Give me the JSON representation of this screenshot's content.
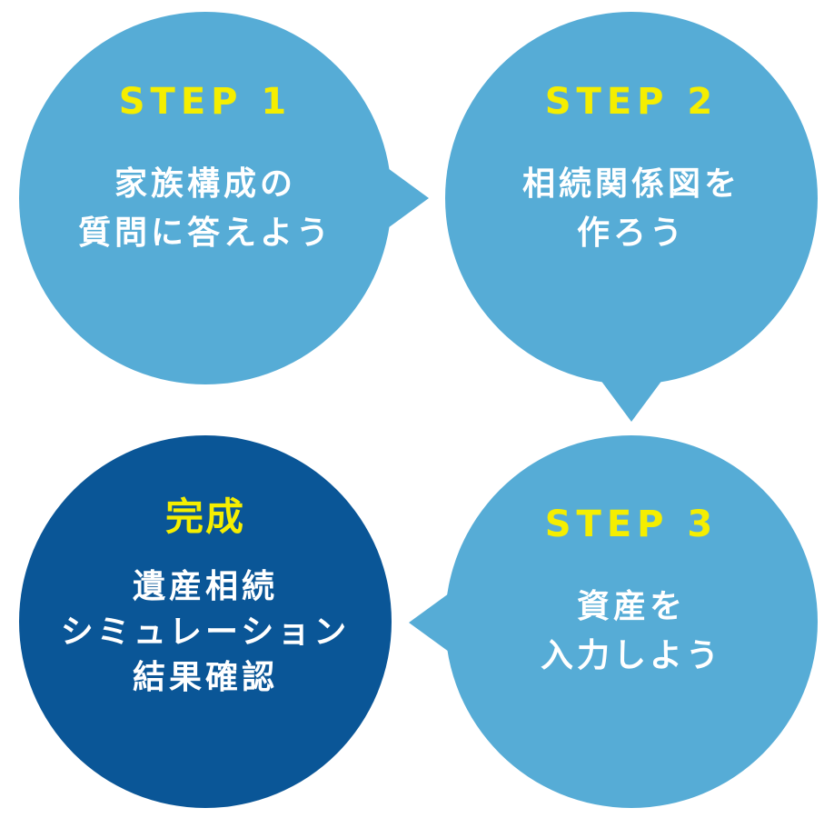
{
  "colors": {
    "step_circle": "#56acd6",
    "final_circle": "#0a5697",
    "heading": "#f5ee00",
    "text": "#ffffff"
  },
  "steps": [
    {
      "heading": "STEP 1",
      "lines": [
        "家族構成の",
        "質問に答えよう"
      ]
    },
    {
      "heading": "STEP 2",
      "lines": [
        "相続関係図を",
        "作ろう"
      ]
    },
    {
      "heading": "STEP 3",
      "lines": [
        "資産を",
        "入力しよう"
      ]
    },
    {
      "heading": "完成",
      "lines": [
        "遺産相続",
        "シミュレーション",
        "結果確認"
      ]
    }
  ]
}
